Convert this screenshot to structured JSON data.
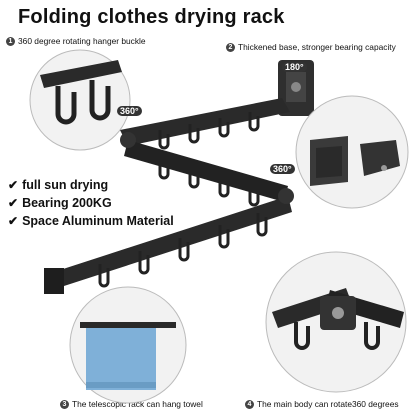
{
  "title": "Folding clothes drying rack",
  "captions": {
    "c1": {
      "num": "1",
      "text": "360 degree rotating hanger buckle"
    },
    "c2": {
      "num": "2",
      "text": "Thickened base, stronger bearing capacity"
    },
    "c3": {
      "num": "3",
      "text": "The telescopic rack can hang towel"
    },
    "c4": {
      "num": "4",
      "text": "The main body can rotate360 degrees"
    }
  },
  "features": [
    "full sun drying",
    "Bearing 200KG",
    "Space Aluminum Material"
  ],
  "badges": {
    "rot180": "180°",
    "rot360a": "360°",
    "rot360b": "360°"
  },
  "colors": {
    "rack": "#2a2a2a",
    "towel": "#7fb0d8",
    "circle_bg": "#f2f2f2"
  }
}
